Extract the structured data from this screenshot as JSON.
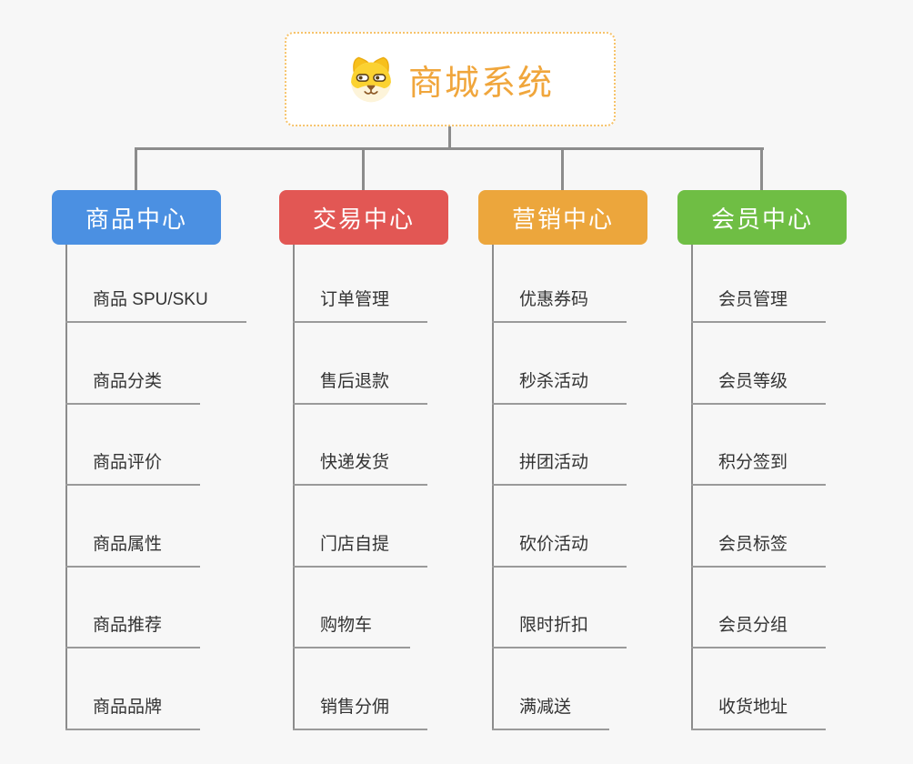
{
  "root": {
    "title": "商城系统",
    "icon": "dog-icon"
  },
  "branches": [
    {
      "label": "商品中心",
      "color": "#4b90e2",
      "children": [
        "商品 SPU/SKU",
        "商品分类",
        "商品评价",
        "商品属性",
        "商品推荐",
        "商品品牌"
      ]
    },
    {
      "label": "交易中心",
      "color": "#e25754",
      "children": [
        "订单管理",
        "售后退款",
        "快递发货",
        "门店自提",
        "购物车",
        "销售分佣"
      ]
    },
    {
      "label": "营销中心",
      "color": "#eca63c",
      "children": [
        "优惠券码",
        "秒杀活动",
        "拼团活动",
        "砍价活动",
        "限时折扣",
        "满减送"
      ]
    },
    {
      "label": "会员中心",
      "color": "#6fbe44",
      "children": [
        "会员管理",
        "会员等级",
        "积分签到",
        "会员标签",
        "会员分组",
        "收货地址"
      ]
    }
  ],
  "colors": {
    "background": "#f7f7f7",
    "connector": "#8c8c8c",
    "underline": "#9a9a9a",
    "leaf_text": "#333333",
    "root_border": "#f6c36a",
    "root_title": "#f0a63c"
  }
}
